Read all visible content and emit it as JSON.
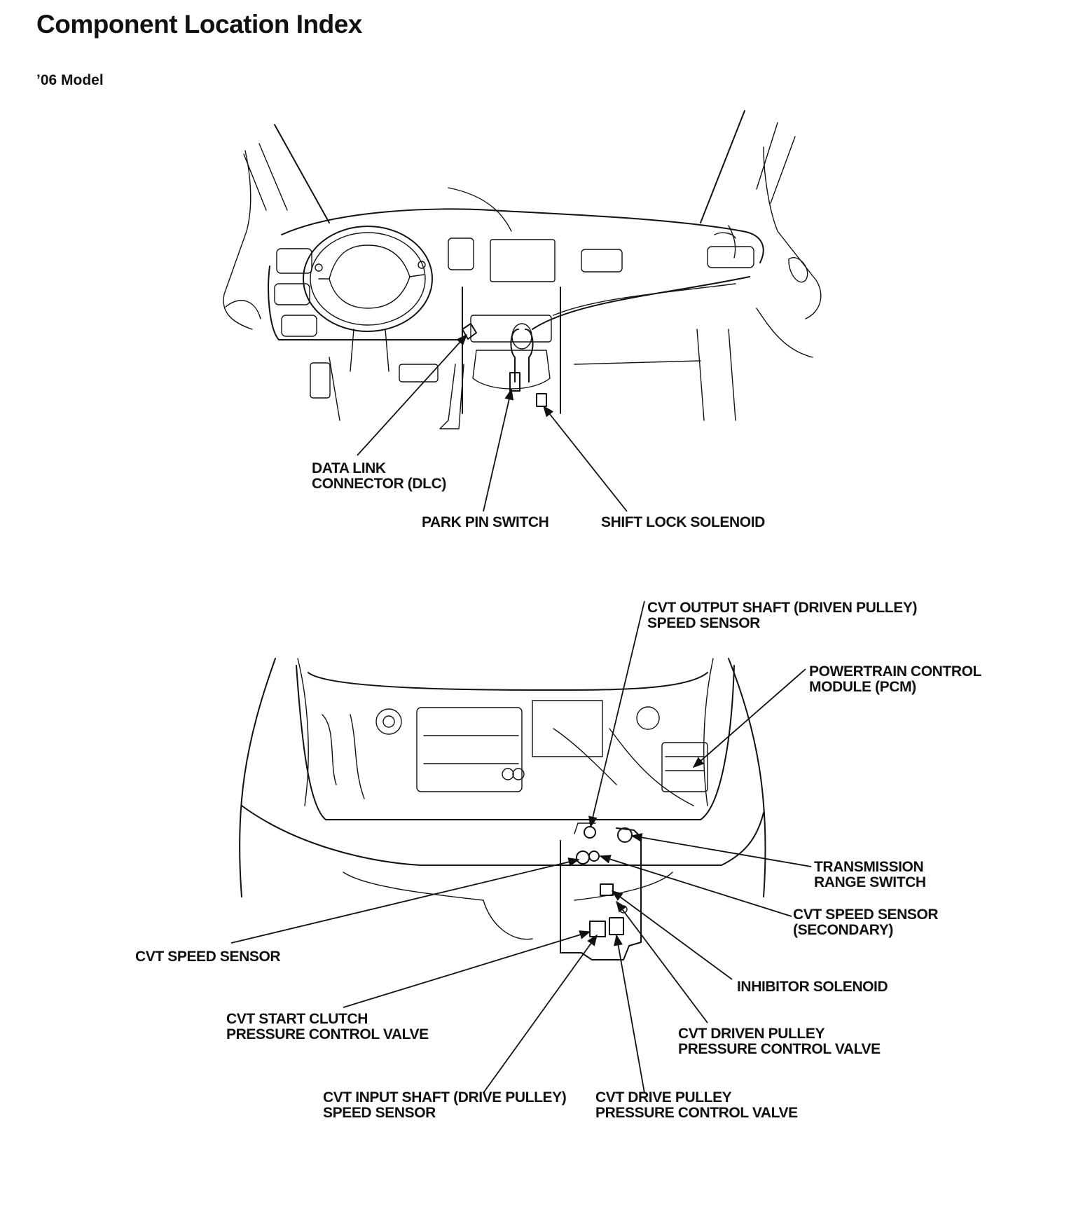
{
  "page": {
    "title": "Component Location Index",
    "model": "’06 Model"
  },
  "interior_view": {
    "labels": {
      "dlc_line1": "DATA LINK",
      "dlc_line2": "CONNECTOR (DLC)",
      "park_pin": "PARK PIN SWITCH",
      "shift_lock": "SHIFT LOCK SOLENOID"
    }
  },
  "engine_view": {
    "labels": {
      "output_shaft_line1": "CVT OUTPUT SHAFT (DRIVEN PULLEY)",
      "output_shaft_line2": "SPEED SENSOR",
      "pcm_line1": "POWERTRAIN CONTROL",
      "pcm_line2": "MODULE (PCM)",
      "trs_line1": "TRANSMISSION",
      "trs_line2": "RANGE SWITCH",
      "secondary_line1": "CVT SPEED SENSOR",
      "secondary_line2": "(SECONDARY)",
      "speed_sensor": "CVT SPEED SENSOR",
      "inhibitor": "INHIBITOR SOLENOID",
      "start_clutch_line1": "CVT START CLUTCH",
      "start_clutch_line2": "PRESSURE CONTROL VALVE",
      "driven_pulley_line1": "CVT DRIVEN PULLEY",
      "driven_pulley_line2": "PRESSURE CONTROL VALVE",
      "input_shaft_line1": "CVT INPUT SHAFT (DRIVE PULLEY)",
      "input_shaft_line2": "SPEED SENSOR",
      "drive_pulley_line1": "CVT DRIVE PULLEY",
      "drive_pulley_line2": "PRESSURE CONTROL VALVE"
    }
  }
}
